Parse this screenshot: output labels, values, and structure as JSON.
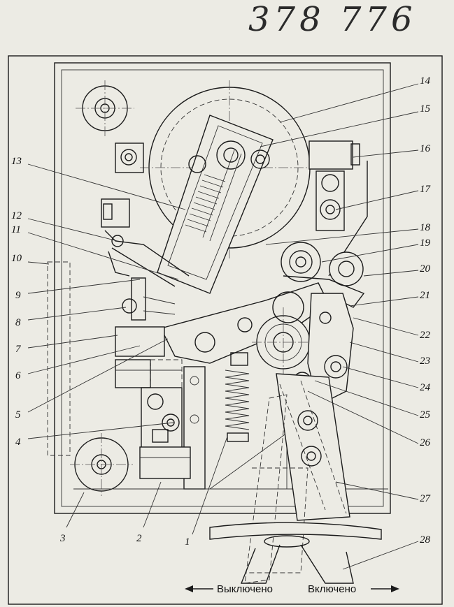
{
  "title": "378 776",
  "captions": {
    "off": "Выключено",
    "on": "Включено"
  },
  "labels": [
    "1",
    "2",
    "3",
    "4",
    "5",
    "6",
    "7",
    "8",
    "9",
    "10",
    "11",
    "12",
    "13",
    "14",
    "15",
    "16",
    "17",
    "18",
    "19",
    "20",
    "21",
    "22",
    "23",
    "24",
    "25",
    "26",
    "27",
    "28"
  ],
  "colors": {
    "ink": "#1b1b1b",
    "paper": "#ecebe4"
  }
}
